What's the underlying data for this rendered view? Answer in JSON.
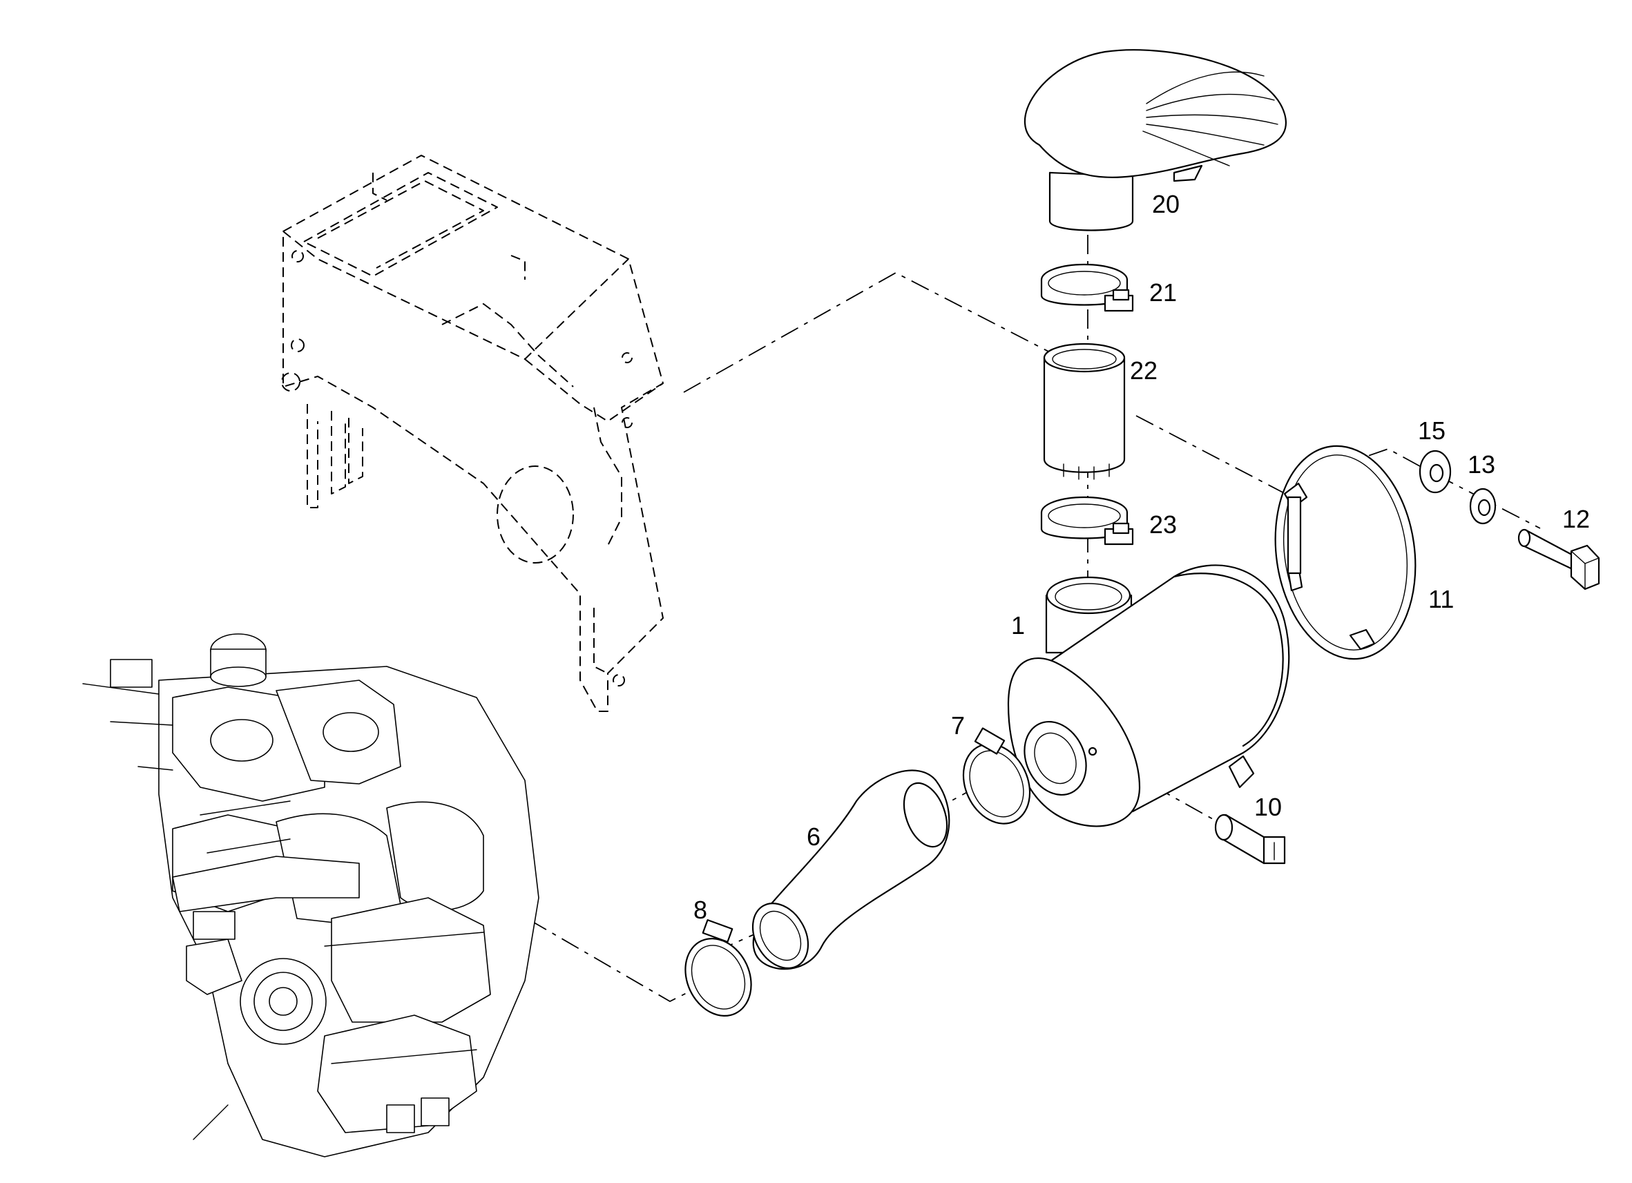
{
  "labels": {
    "p1": "1",
    "p6": "6",
    "p7": "7",
    "p8": "8",
    "p10": "10",
    "p11": "11",
    "p12": "12",
    "p13": "13",
    "p15": "15",
    "p20": "20",
    "p21": "21",
    "p22": "22",
    "p23": "23"
  }
}
